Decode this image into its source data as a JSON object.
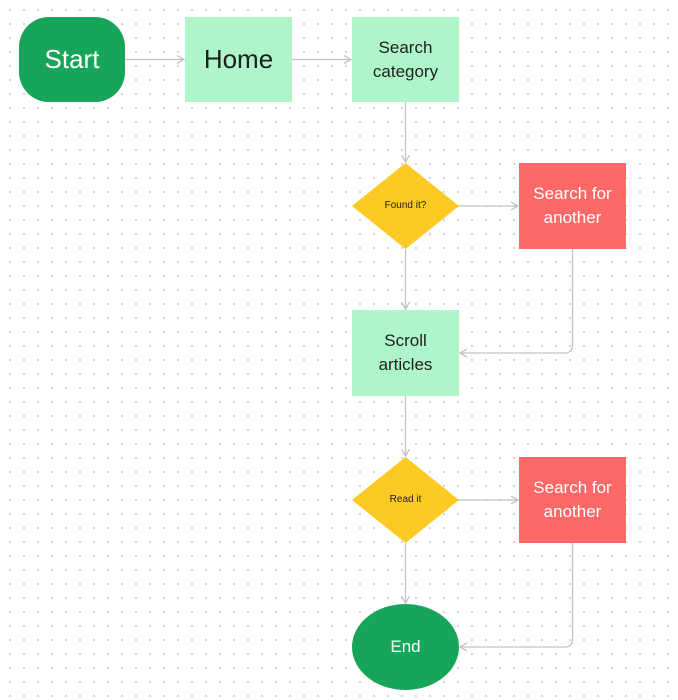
{
  "colors": {
    "terminal": "#17a55a",
    "process": "#aef5c9",
    "decision": "#fdc925",
    "alternative": "#fe6868",
    "connector": "#c4c4c4"
  },
  "nodes": {
    "start": {
      "label": "Start"
    },
    "home": {
      "label": "Home"
    },
    "search_category": {
      "line1": "Search",
      "line2": "category"
    },
    "found_it": {
      "label": "Found it?"
    },
    "search_another_1": {
      "line1": "Search for",
      "line2": "another"
    },
    "scroll_articles": {
      "line1": "Scroll",
      "line2": "articles"
    },
    "read_it": {
      "label": "Read it"
    },
    "search_another_2": {
      "line1": "Search for",
      "line2": "another"
    },
    "end": {
      "label": "End"
    }
  }
}
